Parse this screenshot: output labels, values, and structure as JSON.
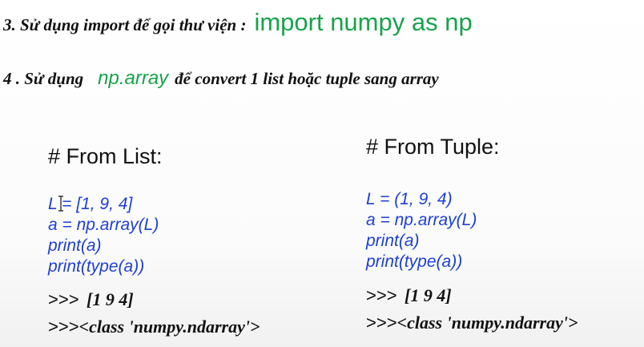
{
  "line3": {
    "text": "3. Sử dụng import để gọi thư viện :",
    "code": "import numpy as np"
  },
  "line4": {
    "prefix": "4 . Sử dụng",
    "code": "np.array",
    "suffix": "để convert 1 list hoặc tuple sang array"
  },
  "from_list": {
    "title": "# From List:",
    "code": [
      "L = [1, 9, 4]",
      "a = np.array(L)",
      "print(a)",
      "print(type(a))"
    ],
    "output_prompt": ">>>",
    "output": [
      "[1 9 4]",
      "<class 'numpy.ndarray'>"
    ]
  },
  "from_tuple": {
    "title": "# From Tuple:",
    "code": [
      "L = (1, 9, 4)",
      "a = np.array(L)",
      "print(a)",
      "print(type(a))"
    ],
    "output_prompt": ">>>",
    "output": [
      "[1 9 4]",
      "<class 'numpy.ndarray'>"
    ]
  },
  "icons": {
    "cursor": "text-cursor-icon"
  },
  "colors": {
    "green": "#17a34a",
    "code_blue": "#1e3fd6",
    "text": "#111111"
  }
}
